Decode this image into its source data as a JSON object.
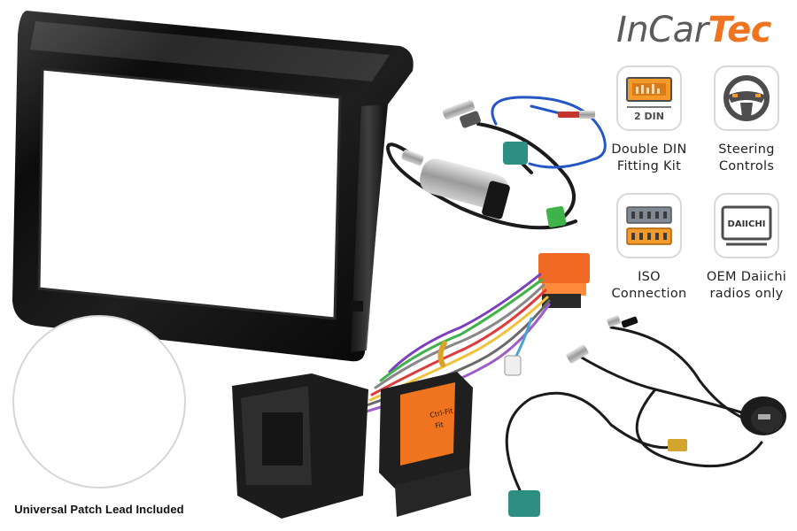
{
  "brand": {
    "part1": "InCar",
    "part2": "Tec",
    "color_primary": "#5b5b5b",
    "color_accent": "#f0731f"
  },
  "features": [
    {
      "icon": "double-din-icon",
      "icon_text": "2 DIN",
      "label_line1": "Double DIN",
      "label_line2": "Fitting Kit"
    },
    {
      "icon": "steering-wheel-icon",
      "label_line1": "Steering",
      "label_line2": "Controls"
    },
    {
      "icon": "iso-connector-icon",
      "label_line1": "ISO",
      "label_line2": "Connection"
    },
    {
      "icon": "radio-display-icon",
      "icon_text": "DAIICHI",
      "label_line1": "OEM Daiichi",
      "label_line2": "radios only"
    }
  ],
  "patch_lead": {
    "caption": "Universal Patch Lead Included"
  },
  "interface_box": {
    "line1": "Ctrl-Fit",
    "line2": "Fit"
  }
}
